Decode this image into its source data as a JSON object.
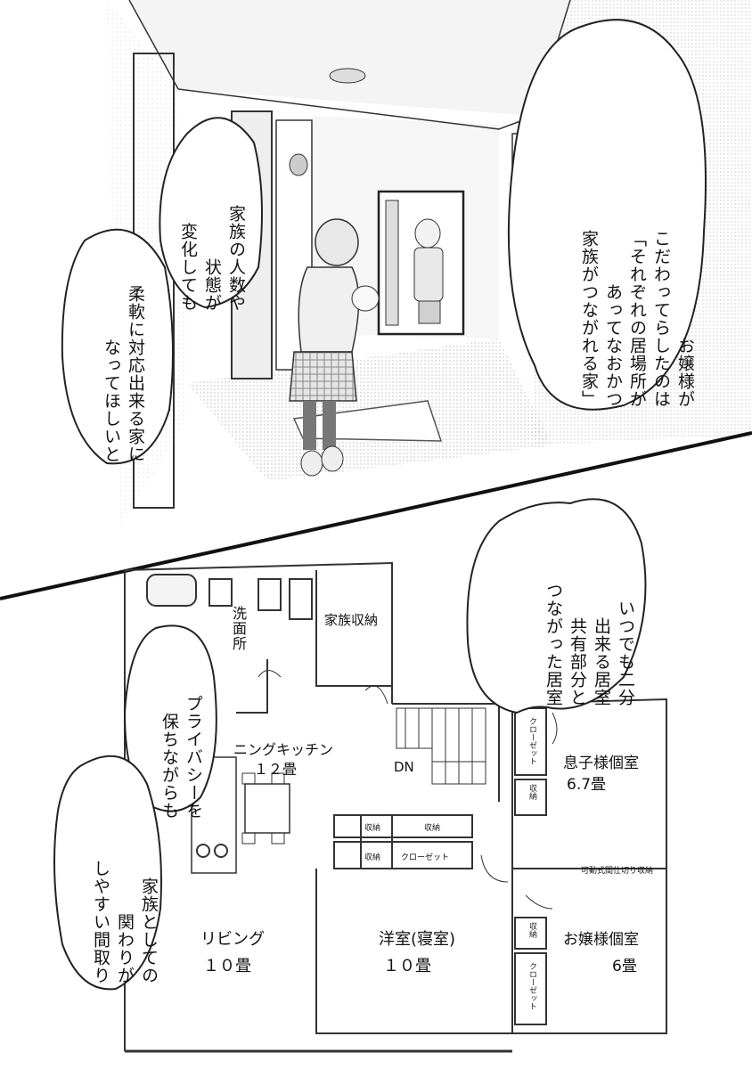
{
  "top_panel": {
    "bubble_right": [
      "お嬢様が",
      "こだわってらしたのは",
      "「それぞれの居場所が",
      "あってなおかつ",
      "家族がつながれる家」"
    ],
    "bubble_left": [
      "家族の人数や",
      "状態が",
      "変化しても",
      "柔軟に対応出来る家に",
      "なってほしいと"
    ]
  },
  "bottom_panel": {
    "bubble_right": [
      "いつでも二分",
      "出来る居室",
      "共有部分と",
      "つながった居室"
    ],
    "bubble_left": [
      "プライバシーを",
      "保ちながらも",
      "家族としての",
      "関わりが",
      "しやすい間取り"
    ],
    "floor_plan": {
      "washroom": "洗面所",
      "family_storage": "家族収納",
      "dining_kitchen_name": "ニングキッチン",
      "dining_kitchen_size": "１２畳",
      "stairs_label": "DN",
      "living_name": "リビング",
      "living_size": "１０畳",
      "bedroom_name": "洋室(寝室)",
      "bedroom_size": "１０畳",
      "son_room_name": "息子様個室",
      "son_room_size": "6.7畳",
      "daughter_room_name": "お嬢様個室",
      "daughter_room_size": "6畳",
      "closet": "クローゼット",
      "storage": "収納",
      "movable_partition": "可動式間仕切り収納"
    }
  }
}
